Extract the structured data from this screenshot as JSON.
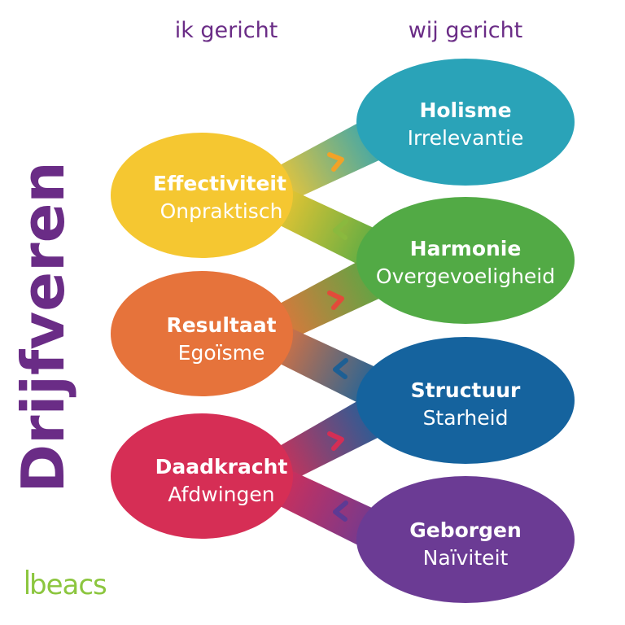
{
  "headers": {
    "left": "ik gericht",
    "right": "wij gericht"
  },
  "side_title": "Drijfveren",
  "logo": "beacs",
  "nodes": [
    {
      "id": "effectiviteit",
      "title": "Effectiviteit",
      "sub": "Onpraktisch",
      "color": "#f5c731",
      "column": "left"
    },
    {
      "id": "resultaat",
      "title": "Resultaat",
      "sub": "Egoïsme",
      "color": "#e6733b",
      "column": "left"
    },
    {
      "id": "daadkracht",
      "title": "Daadkracht",
      "sub": "Afdwingen",
      "color": "#d62e55",
      "column": "left"
    },
    {
      "id": "holisme",
      "title": "Holisme",
      "sub": "Irrelevantie",
      "color": "#2aa3b8",
      "column": "right"
    },
    {
      "id": "harmonie",
      "title": "Harmonie",
      "sub": "Overgevoeligheid",
      "color": "#52aa45",
      "column": "right"
    },
    {
      "id": "structuur",
      "title": "Structuur",
      "sub": "Starheid",
      "color": "#15639e",
      "column": "right"
    },
    {
      "id": "geborgen",
      "title": "Geborgen",
      "sub": "Naïviteit",
      "color": "#6b3b94",
      "column": "right"
    }
  ],
  "colors": {
    "heading": "#6a2c86",
    "logo": "#8cc63f"
  }
}
